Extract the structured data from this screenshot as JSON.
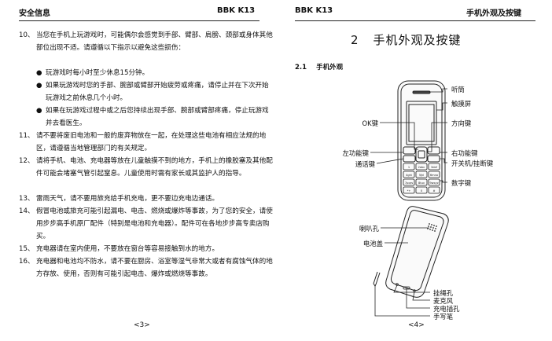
{
  "left_page": {
    "header_left": "安全信息",
    "header_right": "BBK K13",
    "items": [
      {
        "num": "10、",
        "text": "当您在手机上玩游戏时，可能偶尔会感觉到手部、臂部、肩膀、颈部或身体其他部位出现不适。请遵循以下指示以避免这些损伤："
      },
      {
        "num": "●",
        "text": "玩游戏时每小时至少休息15分钟。"
      },
      {
        "num": "●",
        "text": "如果玩游戏时您的手部、腕部或臂部开始疲劳或疼痛，请停止并在下次开始玩游戏之前休息几个小时。"
      },
      {
        "num": "●",
        "text": "如果在玩游戏过程中或之后您持续出现手部、腕部或臂部疼痛，停止玩游戏并去看医生。"
      },
      {
        "num": "11、",
        "text": "请不要将废旧电池和一般的废弃物放在一起，在处理这些电池有相应法规的地区，请遵循当地管理部门的有关规定。"
      },
      {
        "num": "12、",
        "text": "请将手机、电池、充电器等放在儿童触摸不到的地方，手机上的橡胶塞及其他配件可能会堵塞气管引起窒息。儿童使用时需有家长或其监护人的指导。"
      },
      {
        "num": "13、",
        "text": "雷雨天气，请不要用旅充给手机充电，更不要边充电边通话。"
      },
      {
        "num": "14、",
        "text": "假冒电池或旅充可能引起漏电、电击、燃烧或爆炸等事故，为了您的安全，请使用步步高手机原厂配件（特别是电池和充电器）。配件可在各地步步高专卖店购买。"
      },
      {
        "num": "15、",
        "text": "充电器请在室内使用，不要放在窗台等容易接触到水的地方。"
      },
      {
        "num": "16、",
        "text": "充电器和电池均不防水，请不要在厨房、浴室等湿气非常大或者有腐蚀气体的地方存放、使用，否则有可能引起电击、爆炸或燃烧等事故。"
      }
    ],
    "page_number": "<3>"
  },
  "right_page": {
    "header_left": "BBK K13",
    "header_right": "手机外观及按键",
    "chapter_num": "2",
    "chapter_title": "手机外观及按键",
    "section_num": "2.1",
    "section_title": "手机外观",
    "front_labels": {
      "earpiece": "听筒",
      "touchscreen": "触摸屏",
      "direction_key": "方向键",
      "ok_key": "OK键",
      "left_soft_key": "左功能键",
      "right_soft_key": "右功能键",
      "call_key": "通话键",
      "power_end_key": "开关机/挂断键",
      "number_keys": "数字键"
    },
    "back_labels": {
      "speaker_hole": "喇叭孔",
      "battery_cover": "电池盖",
      "lanyard_hole": "挂绳孔",
      "microphone": "麦克风",
      "charging_port": "充电插孔",
      "stylus": "手写笔"
    },
    "keypad_legends": [
      "1",
      "2abc",
      "3def",
      "4ghi",
      "5jkl",
      "6mno",
      "7pqrs",
      "8tuv",
      "9wxyz",
      "*+",
      "0",
      "#"
    ],
    "page_number": "<4>"
  }
}
